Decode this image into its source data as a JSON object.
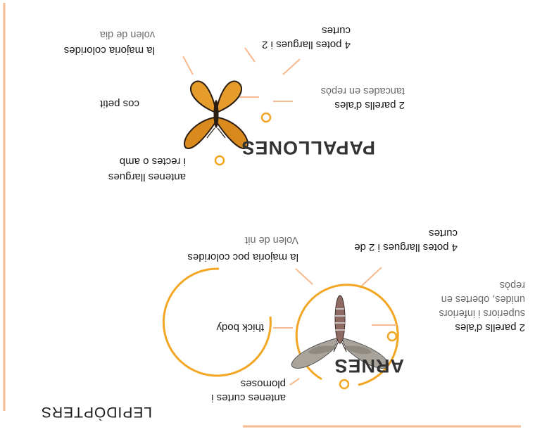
{
  "title": "LEPIDÒPTERS",
  "colors": {
    "accent": "#f2a623",
    "frame": "#f7b98d",
    "text": "#1a1a1a",
    "muted": "#6b6b6b"
  },
  "papallones": {
    "heading": "PAPALLONES",
    "icon": "butterfly-icon",
    "labels": {
      "wings": "2 parells d'ales",
      "wings_note": "tancades en repòs",
      "legs": "4 potes llargues i 2",
      "legs_2": "curtes",
      "colors": "la majoria colorides",
      "activity": "volen de dia",
      "body": "cos petit",
      "antennae": "antenes llargues",
      "antennae_2": "i rectes o amb"
    }
  },
  "arnes": {
    "heading": "ARNES",
    "icon": "moth-icon",
    "labels": {
      "wings": "2 parells d'ales",
      "wings_2": "superiors i inferiors",
      "wings_3": "unides, obertes en",
      "wings_4": "repòs",
      "legs": "4 potes llargues i 2 de",
      "legs_2": "curtes",
      "colors": "la majoria poc colorides",
      "activity": "Volen de nit",
      "body": "thick body",
      "antennae": "antenes curtes i",
      "antennae_2": "plomoses"
    }
  }
}
